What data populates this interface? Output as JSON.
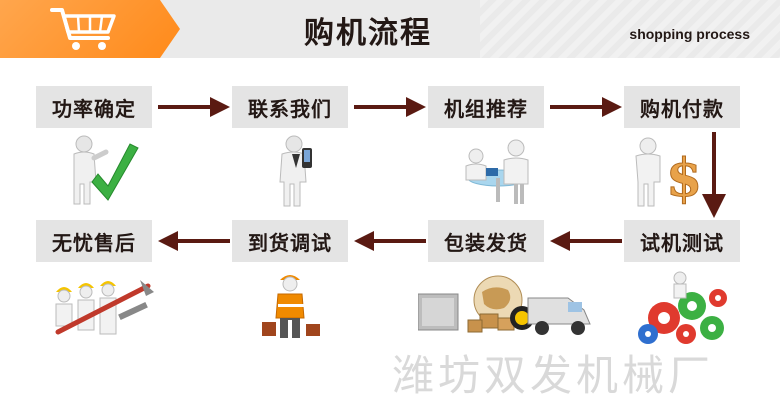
{
  "header": {
    "title": "购机流程",
    "subtitle": "shopping process",
    "icon": "shopping-cart-icon",
    "accent_color": "#ff8a1a"
  },
  "steps_row1": [
    {
      "label": "功率确定",
      "icon": "checkmark-figure-icon"
    },
    {
      "label": "联系我们",
      "icon": "phone-figure-icon"
    },
    {
      "label": "机组推荐",
      "icon": "meeting-figure-icon"
    },
    {
      "label": "购机付款",
      "icon": "dollar-figure-icon"
    }
  ],
  "steps_row2": [
    {
      "label": "无忧售后",
      "icon": "workers-figure-icon"
    },
    {
      "label": "到货调试",
      "icon": "engineer-figure-icon"
    },
    {
      "label": "包装发货",
      "icon": "shipping-globe-icon"
    },
    {
      "label": "试机测试",
      "icon": "gears-figure-icon"
    }
  ],
  "arrow_color": "#5a1a12",
  "watermark": "潍坊双发机械厂"
}
